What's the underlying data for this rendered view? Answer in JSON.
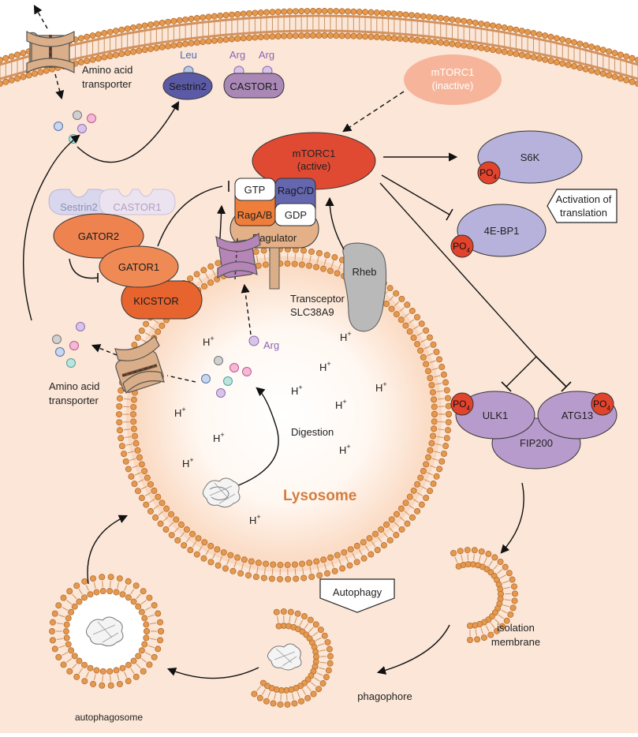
{
  "proteins": {
    "leu": "Leu",
    "arg1": "Arg",
    "arg2": "Arg",
    "sestrin2": "Sestrin2",
    "castor1": "CASTOR1",
    "sestrin2_faded": "Sestrin2",
    "castor1_faded": "CASTOR1",
    "gator2": "GATOR2",
    "gator1": "GATOR1",
    "kicstor": "KICSTOR",
    "mtorc1_inactive_l1": "mTORC1",
    "mtorc1_inactive_l2": "(inactive)",
    "mtorc1_active_l1": "mTORC1",
    "mtorc1_active_l2": "(active)",
    "gtp": "GTP",
    "ragcd": "RagC/D",
    "ragab": "RagA/B",
    "gdp": "GDP",
    "ragulator": "Ragulator",
    "rheb": "Rheb",
    "s6k": "S6K",
    "ebp1": "4E-BP1",
    "ulk1": "ULK1",
    "atg13": "ATG13",
    "fip200": "FIP200",
    "po4": "PO",
    "po4_sub": "4",
    "arg_lyso": "Arg"
  },
  "labels": {
    "aa_transporter_top_l1": "Amino acid",
    "aa_transporter_top_l2": "transporter",
    "aa_transporter_lyso_l1": "Amino acid",
    "aa_transporter_lyso_l2": "transporter",
    "transceptor_l1": "Transceptor",
    "transceptor_l2": "SLC38A9",
    "activation_l1": "Activation of",
    "activation_l2": "translation",
    "autophagy": "Autophagy",
    "digestion": "Digestion",
    "lysosome": "Lysosome",
    "hplus": "H",
    "hplus_sup": "+",
    "isolation_l1": "isolation",
    "isolation_l2": "membrane",
    "phagophore": "phagophore",
    "autophagosome": "autophagosome"
  },
  "colors": {
    "cytoplasm": "#fbe6d8",
    "membrane_head": "#e39a4f",
    "sestrin2": "#5b5aa6",
    "castor1": "#a988b6",
    "gator2": "#ee8350",
    "gator1": "#ef8a55",
    "kicstor": "#e8642e",
    "mtorc1_active": "#e04a33",
    "mtorc1_inactive": "#f6b59a",
    "ragab": "#ef7e3a",
    "ragcd": "#6466ae",
    "ragulator": "#e3b088",
    "rheb": "#b9b9b9",
    "purple_light": "#b7b2db",
    "ulk_complex": "#b89bcd",
    "po4": "#e2432d",
    "transporter": "#d9ae88",
    "slc38a9": "#b585b7"
  }
}
